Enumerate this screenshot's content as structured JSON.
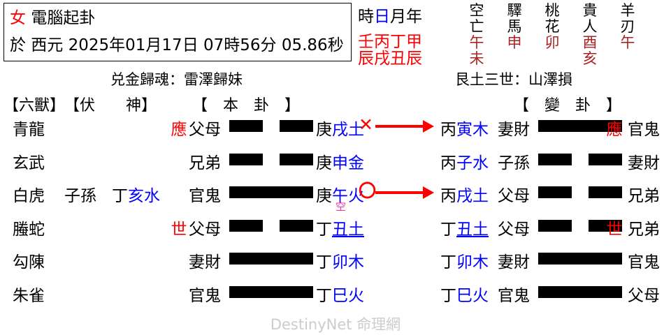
{
  "info": {
    "gender": "女",
    "method": "電腦起卦",
    "prefix": "於 西元",
    "datetime": "2025年01月17日   07時56分 05.86秒"
  },
  "pillars": {
    "header_time": "時",
    "header_day": "日",
    "header_month": "月",
    "header_year": "年",
    "stems": "壬丙丁甲",
    "branches": "辰戌丑辰"
  },
  "shensha": [
    {
      "name": "空亡",
      "value": "午\n未"
    },
    {
      "name": "驛馬",
      "value": "申"
    },
    {
      "name": "桃花",
      "value": "卯"
    },
    {
      "name": "貴人",
      "value": "酉\n亥"
    },
    {
      "name": "羊刃",
      "value": "午"
    }
  ],
  "hexagram_names": {
    "original": "兑金歸魂：雷澤歸妹",
    "changed": "艮土三世：山澤損"
  },
  "headers": {
    "beast": "【六獸】",
    "fushen": "【伏　　神】",
    "original": "【　本　卦　】",
    "changed": "【　變　卦　】"
  },
  "colors": {
    "red": "#ff0000",
    "blue": "#0000ff",
    "darkred": "#aa2222",
    "magenta": "#ee33aa",
    "watermark": "#cccccc"
  },
  "lines": [
    {
      "beast": "青龍",
      "fu_god": "",
      "fu_stem": "",
      "fu_branch": "",
      "shiying_left": "應",
      "god_left": "父母",
      "yao_left": "broken",
      "stem_left": "庚",
      "branch_left": "戌土",
      "kong_left": "",
      "move_marker": "✕",
      "stem_right": "丙",
      "branch_right": "寅木",
      "god_mid": "妻財",
      "yao_right": "solid",
      "shiying_right": "應",
      "god_right": "官鬼"
    },
    {
      "beast": "玄武",
      "fu_god": "",
      "fu_stem": "",
      "fu_branch": "",
      "shiying_left": "",
      "god_left": "兄弟",
      "yao_left": "broken",
      "stem_left": "庚",
      "branch_left": "申金",
      "kong_left": "",
      "move_marker": "",
      "stem_right": "丙",
      "branch_right": "子水",
      "god_mid": "子孫",
      "yao_right": "broken",
      "shiying_right": "",
      "god_right": "妻財"
    },
    {
      "beast": "白虎",
      "fu_god": "子孫",
      "fu_stem": "丁",
      "fu_branch": "亥水",
      "shiying_left": "",
      "god_left": "官鬼",
      "yao_left": "solid",
      "stem_left": "庚",
      "branch_left": "午火",
      "kong_left": "空",
      "move_marker": "〇",
      "stem_right": "丙",
      "branch_right": "戌土",
      "god_mid": "父母",
      "yao_right": "broken",
      "shiying_right": "",
      "god_right": "兄弟"
    },
    {
      "beast": "螣蛇",
      "fu_god": "",
      "fu_stem": "",
      "fu_branch": "",
      "shiying_left": "世",
      "god_left": "父母",
      "yao_left": "broken",
      "stem_left": "丁",
      "branch_left": "丑土",
      "kong_left": "",
      "move_marker": "",
      "stem_right": "丁",
      "branch_right": "丑土",
      "god_mid": "父母",
      "yao_right": "broken",
      "shiying_right": "世",
      "god_right": "兄弟"
    },
    {
      "beast": "勾陳",
      "fu_god": "",
      "fu_stem": "",
      "fu_branch": "",
      "shiying_left": "",
      "god_left": "妻財",
      "yao_left": "solid",
      "stem_left": "丁",
      "branch_left": "卯木",
      "kong_left": "",
      "move_marker": "",
      "stem_right": "丁",
      "branch_right": "卯木",
      "god_mid": "妻財",
      "yao_right": "solid",
      "shiying_right": "",
      "god_right": "官鬼"
    },
    {
      "beast": "朱雀",
      "fu_god": "",
      "fu_stem": "",
      "fu_branch": "",
      "shiying_left": "",
      "god_left": "官鬼",
      "yao_left": "solid",
      "stem_left": "丁",
      "branch_left": "巳火",
      "kong_left": "",
      "move_marker": "",
      "stem_right": "丁",
      "branch_right": "巳火",
      "god_mid": "官鬼",
      "yao_right": "solid",
      "shiying_right": "",
      "god_right": "父母"
    }
  ],
  "footer": "DestinyNet 命理網"
}
